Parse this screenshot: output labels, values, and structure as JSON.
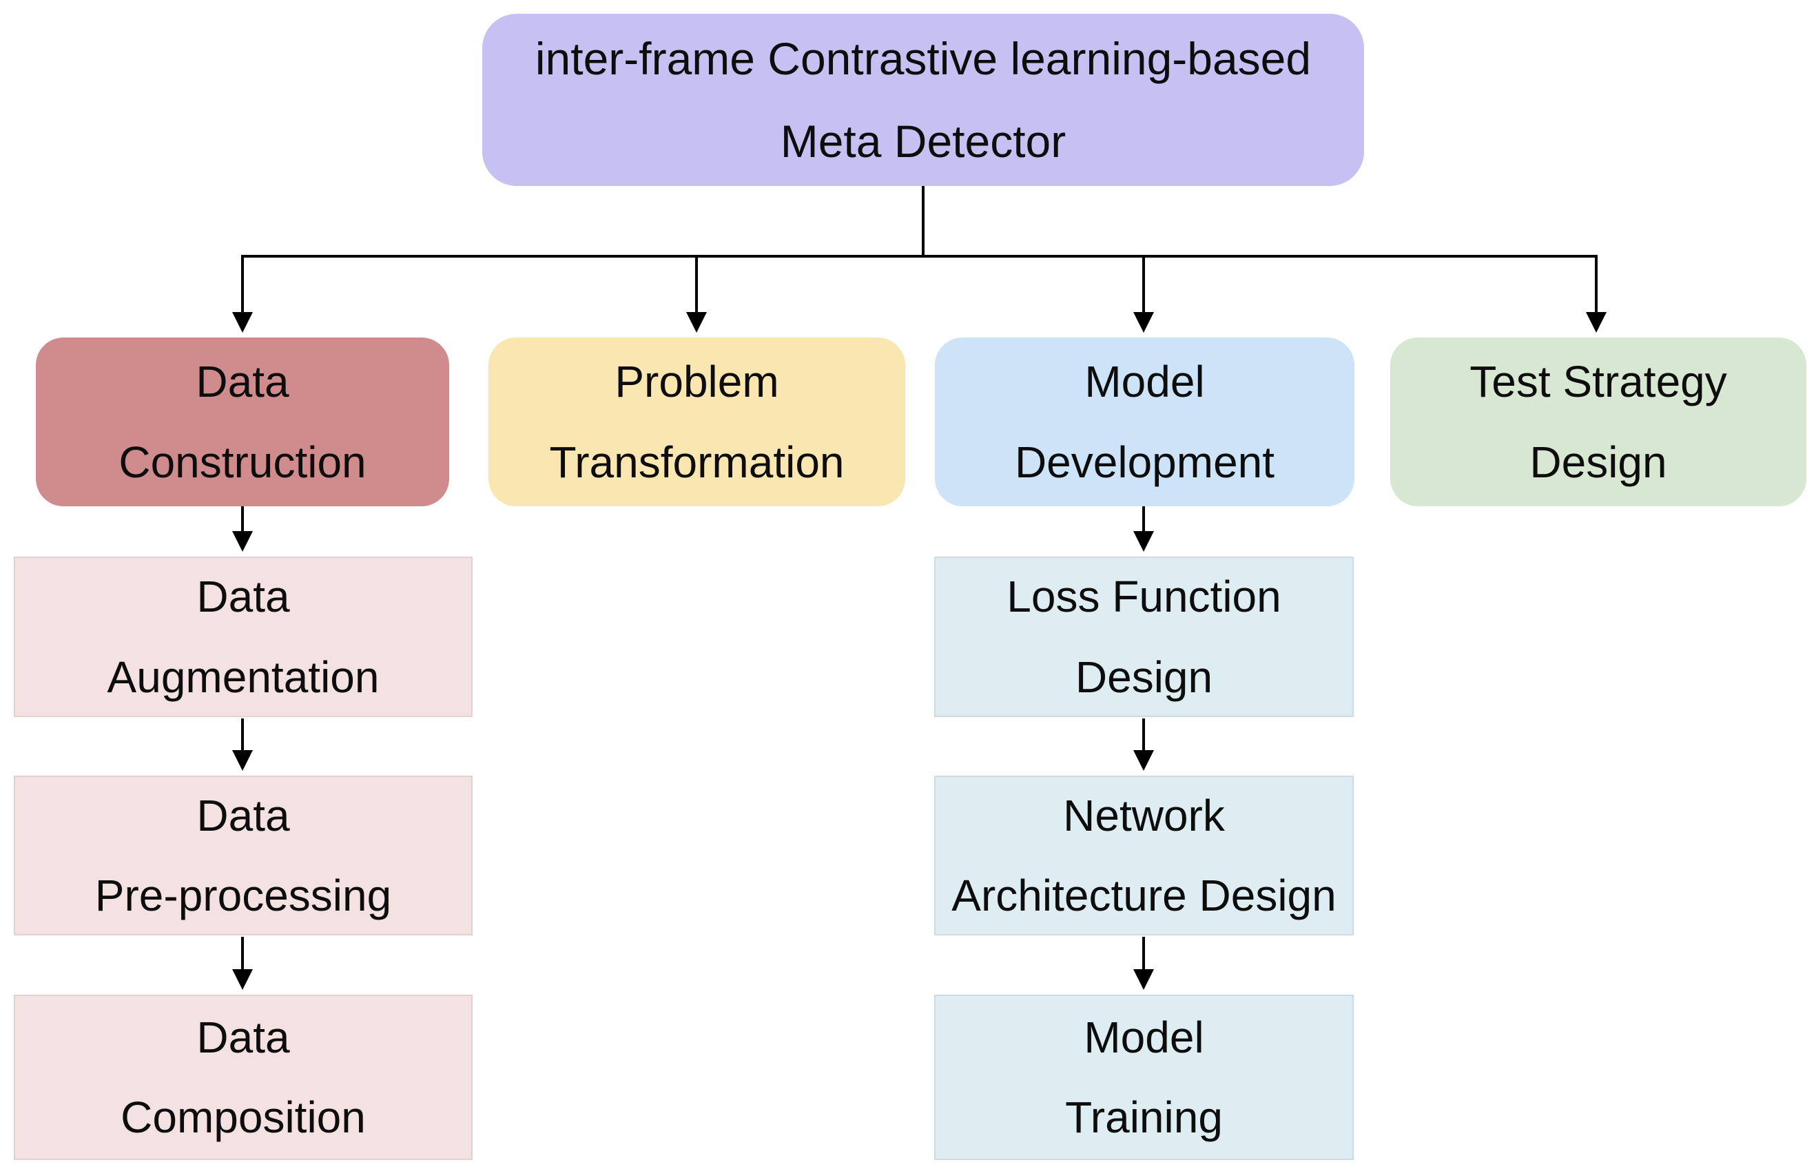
{
  "diagram": {
    "root": {
      "label": "inter-frame Contrastive learning-based\nMeta Detector",
      "color": "#c7c0f3"
    },
    "branches": [
      {
        "id": "data-construction",
        "label": "Data\nConstruction",
        "color": "#d08c8c"
      },
      {
        "id": "problem-transformation",
        "label": "Problem\nTransformation",
        "color": "#fae6b0"
      },
      {
        "id": "model-development",
        "label": "Model\nDevelopment",
        "color": "#cce3f8"
      },
      {
        "id": "test-strategy-design",
        "label": "Test Strategy\nDesign",
        "color": "#d8e7d1"
      }
    ],
    "data_construction_steps": [
      {
        "label": "Data\nAugmentation",
        "color": "#f4e1e1"
      },
      {
        "label": "Data\nPre-processing",
        "color": "#f4e1e1"
      },
      {
        "label": "Data\nComposition",
        "color": "#f4e1e1"
      }
    ],
    "model_development_steps": [
      {
        "label": "Loss Function\nDesign",
        "color": "#ddedf2"
      },
      {
        "label": "Network\nArchitecture Design",
        "color": "#ddedf2"
      },
      {
        "label": "Model\nTraining",
        "color": "#ddedf2"
      }
    ],
    "connector_color": "#000000"
  }
}
